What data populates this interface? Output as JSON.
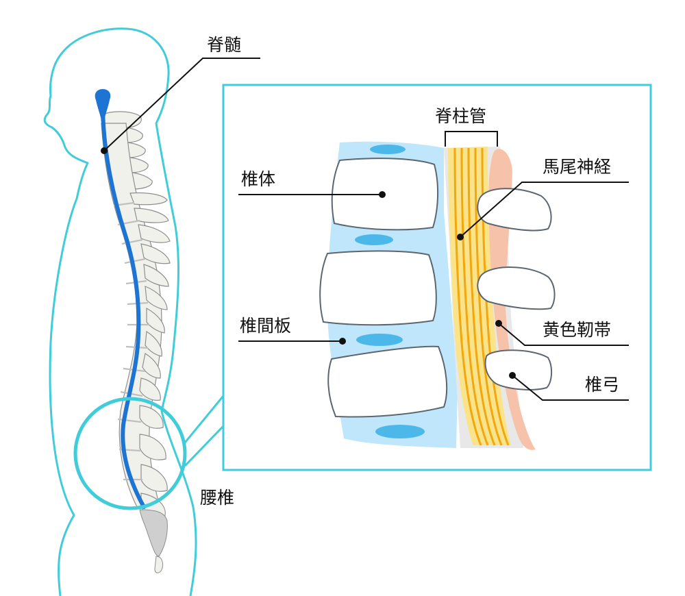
{
  "labels": {
    "spinal_cord": "脊髄",
    "spinal_canal": "脊柱管",
    "vertebral_body": "椎体",
    "cauda_equina": "馬尾神経",
    "intervertebral_disc": "椎間板",
    "ligamentum_flavum": "黄色靭帯",
    "vertebral_arch": "椎弓",
    "lumbar_spine": "腰椎"
  },
  "colors": {
    "body_outline": "#40ccd8",
    "spinal_cord": "#1e74d2",
    "bone_fill": "#f1f1ec",
    "bone_stroke": "#8e8e8e",
    "vertebra_fill": "#ffffff",
    "vertebra_stroke": "#5c6670",
    "disc_zone": "#bfe6fa",
    "disc_core": "#3fb2e8",
    "nerve_yellow": "#fbe38a",
    "nerve_line": "#f2a70f",
    "ligament": "#f7c2aa",
    "callout_line": "#111111",
    "frame": "#40ccd8"
  }
}
